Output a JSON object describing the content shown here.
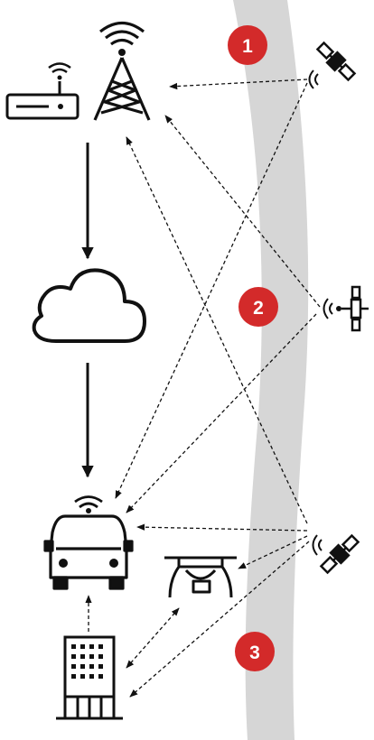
{
  "badges": [
    {
      "number": "1",
      "color": "#d32a2a"
    },
    {
      "number": "2",
      "color": "#d32a2a"
    },
    {
      "number": "3",
      "color": "#d32a2a"
    }
  ],
  "colors": {
    "ink": "#111111",
    "band": "#d6d6d6",
    "background": "#ffffff"
  },
  "icons": {
    "router": "router-icon",
    "tower": "cell-tower-icon",
    "cloud": "cloud-icon",
    "vehicle": "car-icon",
    "drone": "drone-icon",
    "building": "building-icon",
    "satellites": [
      "satellite-icon",
      "satellite-icon",
      "satellite-icon"
    ]
  }
}
